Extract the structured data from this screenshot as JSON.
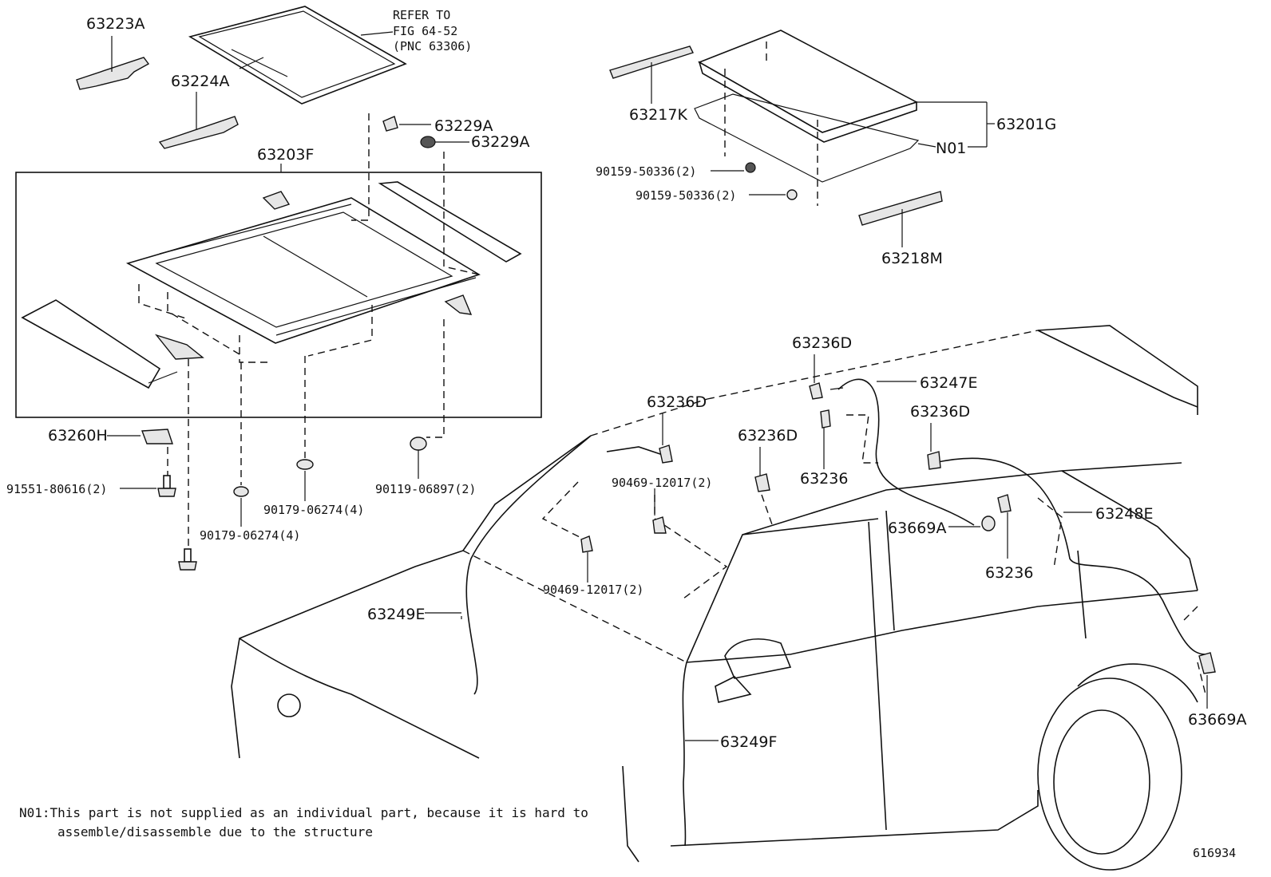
{
  "labels": {
    "p63223A": "63223A",
    "p63224A": "63224A",
    "refer1": "REFER TO",
    "refer2": "FIG 64-52",
    "refer3": "(PNC 63306)",
    "p63229A_1": "63229A",
    "p63229A_2": "63229A",
    "p63203F": "63203F",
    "p63217K": "63217K",
    "p63201G": "63201G",
    "n01_tag": "N01",
    "p90159_1": "90159-50336(2)",
    "p90159_2": "90159-50336(2)",
    "p63218M": "63218M",
    "p63260H": "63260H",
    "p91551": "91551-80616(2)",
    "p90179_a": "90179-06274(4)",
    "p90179_b": "90179-06274(4)",
    "p90119": "90119-06897(2)",
    "p63236D_1": "63236D",
    "p63247E": "63247E",
    "p63236D_2": "63236D",
    "p63236D_3": "63236D",
    "p63236D_4": "63236D",
    "p63236_1": "63236",
    "p90469_1": "90469-12017(2)",
    "p63669A_1": "63669A",
    "p63248E": "63248E",
    "p63236_2": "63236",
    "p90469_2": "90469-12017(2)",
    "p63249E": "63249E",
    "p63249F": "63249F",
    "p63669A_2": "63669A"
  },
  "note": {
    "line1": "N01:This part is not supplied as an individual part, because it is hard to",
    "line2": "assemble/disassemble due to the structure"
  },
  "figure_id": "616934"
}
